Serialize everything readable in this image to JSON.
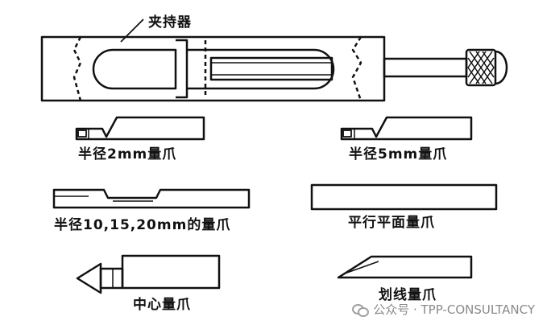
{
  "labels": {
    "holder": "夹持器",
    "gauge_radius_2mm": "半径2mm量爪",
    "gauge_radius_5mm": "半径5mm量爪",
    "gauge_radius_10_15_20mm": "半径10,15,20mm的量爪",
    "gauge_parallel_flat": "平行平面量爪",
    "gauge_center": "中心量爪",
    "gauge_scribing": "划线量爪"
  },
  "watermark": {
    "icon": "wechat-icon",
    "text": "公众号 · TPP-CONSULTANCY"
  },
  "colors": {
    "ink": "#111111",
    "watermark": "#8a8a8a"
  }
}
